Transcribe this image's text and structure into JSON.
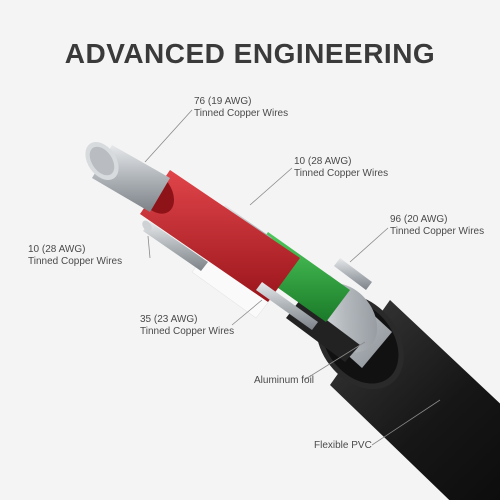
{
  "title": "ADVANCED ENGINEERING",
  "labels": {
    "wire_19awg": {
      "line1": "76 (19 AWG)",
      "line2": "Tinned Copper Wires"
    },
    "wire_28awg_red": {
      "line1": "10 (28 AWG)",
      "line2": "Tinned Copper Wires"
    },
    "wire_20awg": {
      "line1": "96 (20 AWG)",
      "line2": "Tinned Copper Wires"
    },
    "wire_28awg_white": {
      "line1": "10 (28 AWG)",
      "line2": "Tinned Copper Wires"
    },
    "wire_23awg": {
      "line1": "35 (23 AWG)",
      "line2": "Tinned Copper Wires"
    },
    "aluminum_foil": {
      "line1": "Aluminum foil"
    },
    "jacket": {
      "line1": "Flexible PVC"
    }
  },
  "colors": {
    "red_insulation": "#c8242b",
    "green_insulation": "#2aa43a",
    "white_insulation": "#f2f2f2",
    "black_insulation": "#1e1e1e",
    "jacket": "#1a1a1a",
    "foil": "#c9cdd1",
    "copper": "#b8bcc0"
  }
}
